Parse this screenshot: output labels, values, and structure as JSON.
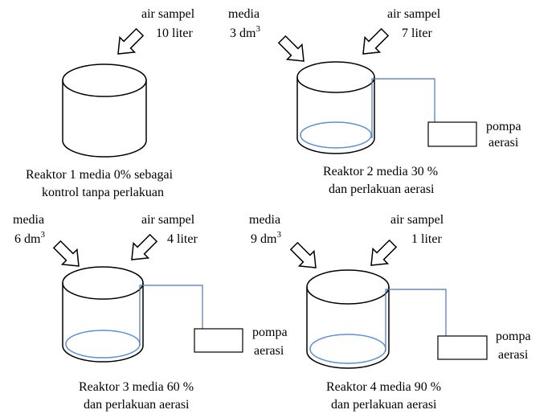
{
  "colors": {
    "stroke": "#000000",
    "media": "#5b8fd6",
    "pipe": "#4a74b5"
  },
  "reactors": [
    {
      "water_label": "air sampel",
      "water_amount": "10 liter",
      "caption_line1": "Reaktor 1 media 0% sebagai",
      "caption_line2": "kontrol tanpa perlakuan"
    },
    {
      "media_label": "media",
      "media_amount": "3 dm",
      "media_unit_sup": "3",
      "water_label": "air sampel",
      "water_amount": "7 liter",
      "pump_label_line1": "pompa",
      "pump_label_line2": "aerasi",
      "caption_line1": "Reaktor 2 media 30 %",
      "caption_line2": "dan perlakuan aerasi"
    },
    {
      "media_label": "media",
      "media_amount": "6 dm",
      "media_unit_sup": "3",
      "water_label": "air sampel",
      "water_amount": "4 liter",
      "pump_label_line1": "pompa",
      "pump_label_line2": "aerasi",
      "caption_line1": "Reaktor 3 media 60 %",
      "caption_line2": "dan perlakuan aerasi"
    },
    {
      "media_label": "media",
      "media_amount": "9 dm",
      "media_unit_sup": "3",
      "water_label": "air sampel",
      "water_amount": "1 liter",
      "pump_label_line1": "pompa",
      "pump_label_line2": "aerasi",
      "caption_line1": "Reaktor 4 media 90 %",
      "caption_line2": "dan perlakuan aerasi"
    }
  ]
}
